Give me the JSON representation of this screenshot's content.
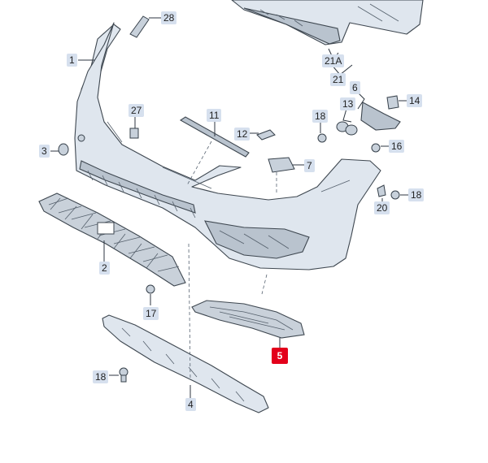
{
  "labels": {
    "p1": "1",
    "p2": "2",
    "p3": "3",
    "p4": "4",
    "p5": "5",
    "p6": "6",
    "p7": "7",
    "p11": "11",
    "p12": "12",
    "p13": "13",
    "p14": "14",
    "p16": "16",
    "p17": "17",
    "p18a": "18",
    "p18b": "18",
    "p18c": "18",
    "p20": "20",
    "p21": "21",
    "p21a": "21A",
    "p27": "27",
    "p28": "28"
  },
  "highlight_color": "#e3001b",
  "label_color": "#d6e0ee"
}
